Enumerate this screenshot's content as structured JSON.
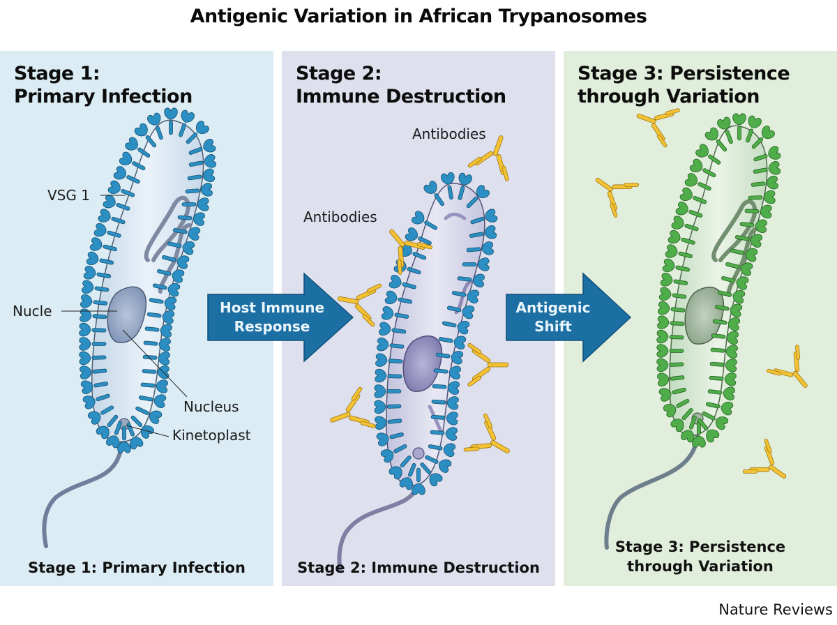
{
  "title": "Antigenic Variation in African Trypanosomes",
  "colors": {
    "panel1_bg": "#dcecf4",
    "panel2_bg": "#dfe0ee",
    "panel3_bg": "#e1eedb",
    "vsg1_blue": "#2c8fc4",
    "vsg2_green": "#4fae4a",
    "antibody_yellow": "#f3c234",
    "arrow_blue": "#1c6fa3"
  },
  "panels": [
    {
      "heading_line1": "Stage 1:",
      "heading_line2": "Primary Infection",
      "footer_line1": "Stage 1: Primary Infection",
      "labels": {
        "vsg": "VSG 1",
        "nucle": "Nucle",
        "nucleus": "Nucleus",
        "kinetoplast": "Kinetoplast"
      }
    },
    {
      "heading_line1": "Stage 2:",
      "heading_line2": "Immune Destruction",
      "footer_line1": "Stage 2: Immune Destruction",
      "labels": {
        "antibodies_top": "Antibodies",
        "antibodies_left": "Antibodies"
      }
    },
    {
      "heading_line1": "Stage 3: Persistence",
      "heading_line2": "through Variation",
      "footer_line1": "Stage 3: Persistence",
      "footer_line2": "through Variation"
    }
  ],
  "arrows": [
    {
      "line1": "Host Immune",
      "line2": "Response"
    },
    {
      "line1": "Antigenic",
      "line2": "Shift"
    }
  ],
  "credit": "Nature Reviews"
}
